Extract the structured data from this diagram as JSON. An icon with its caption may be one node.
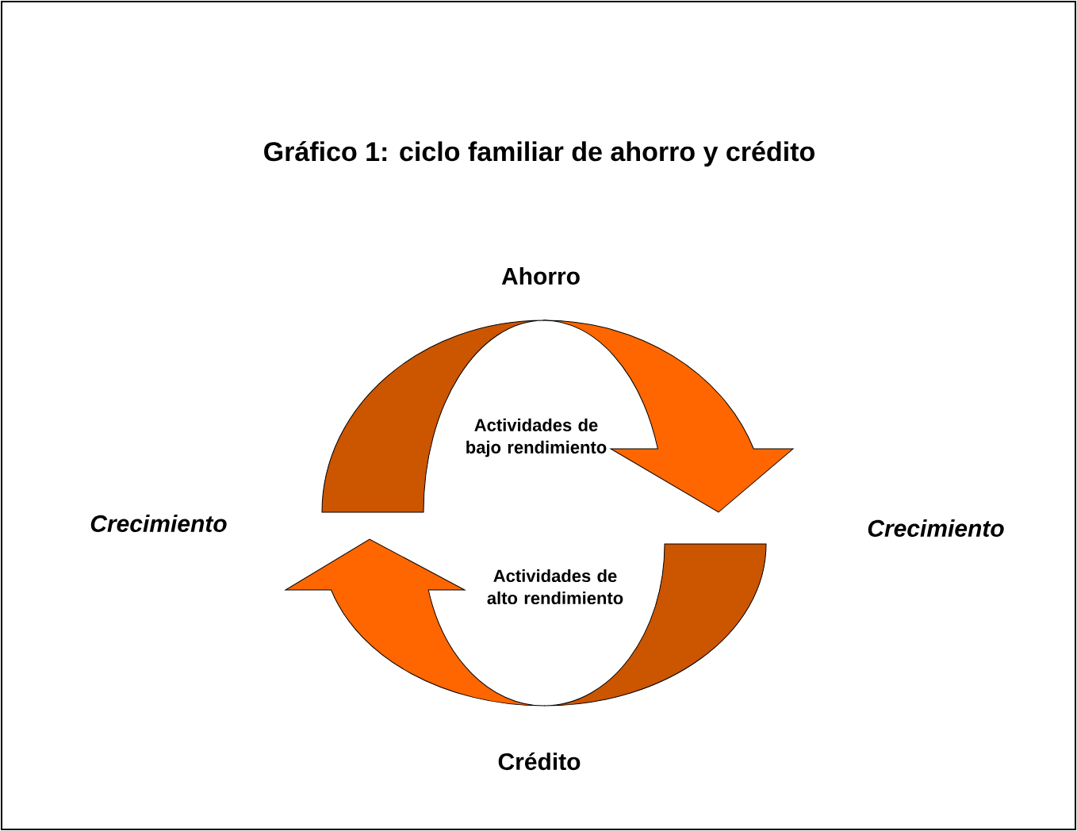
{
  "diagram": {
    "title": "Gráfico 1:  ciclo familiar de ahorro y crédito",
    "labels": [
      "Ahorro",
      "Actividades de bajo rendimiento",
      "Crecimiento",
      "Crecimiento",
      "Actividades de alto rendimiento",
      "Crédito"
    ]
  }
}
